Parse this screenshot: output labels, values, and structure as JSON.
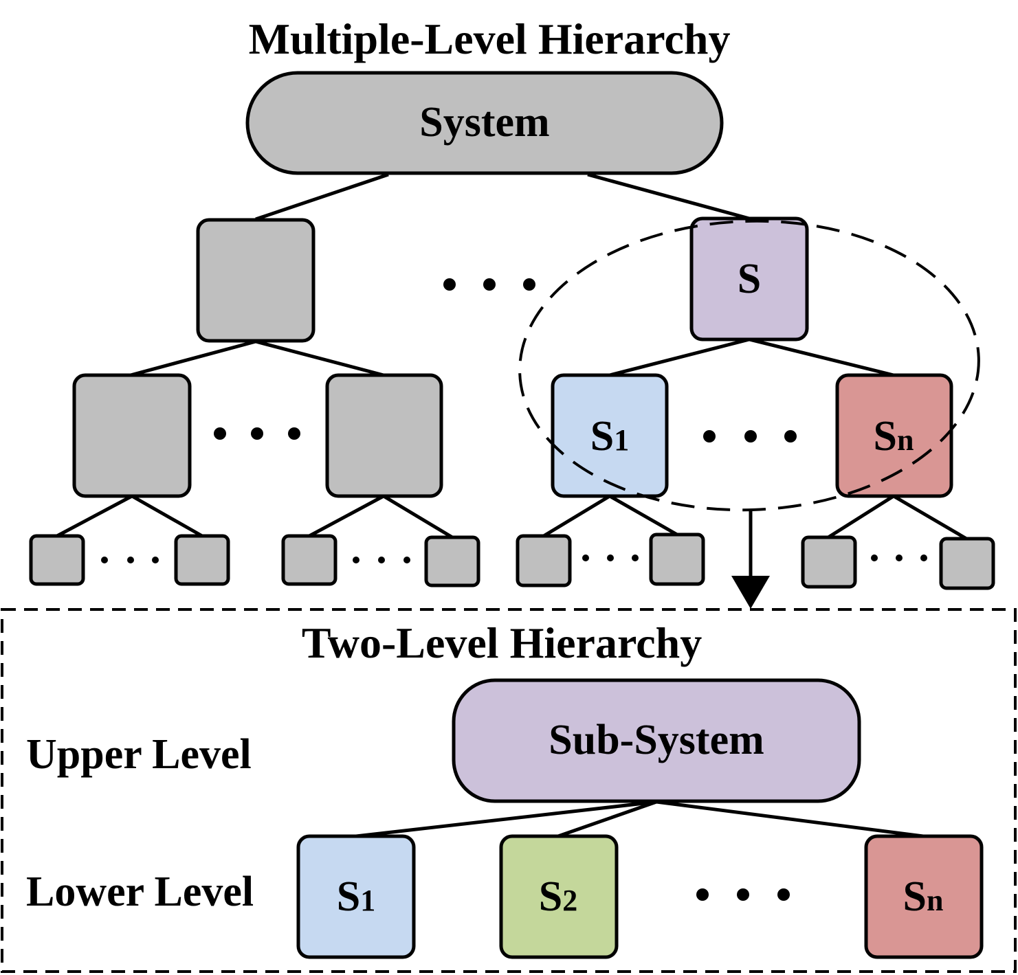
{
  "titles": {
    "multi": "Multiple-Level Hierarchy",
    "two": "Two-Level Hierarchy"
  },
  "levels": {
    "upper": "Upper Level",
    "lower": "Lower Level"
  },
  "nodes": {
    "system": "System",
    "s": "S",
    "s1_letter": "S",
    "s1_sub": "1",
    "sn_letter": "S",
    "sn_sub": "n",
    "subsystem": "Sub-System",
    "lower_s1_letter": "S",
    "lower_s1_sub": "1",
    "lower_s2_letter": "S",
    "lower_s2_sub": "2",
    "lower_sn_letter": "S",
    "lower_sn_sub": "n"
  },
  "colors": {
    "gray": "#bfbfbf",
    "purple": "#ccc1da",
    "blue": "#c6d9f1",
    "green": "#c4d79b",
    "red": "#d99694"
  }
}
